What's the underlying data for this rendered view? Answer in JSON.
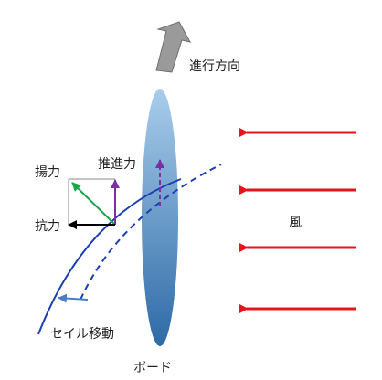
{
  "labels": {
    "direction": "進行方向",
    "thrust": "推進力",
    "lift": "揚力",
    "drag": "抗力",
    "wind": "風",
    "sail_movement": "セイル移動",
    "board": "ボード"
  },
  "colors": {
    "wind_arrow": "#e8131b",
    "sail_curve": "#1a3fb4",
    "board_light": "#a9cdeb",
    "board_dark": "#2e6aa6",
    "lift_arrow": "#1aa54a",
    "thrust_arrow": "#7b2fa0",
    "drag_arrow": "#000000",
    "direction_arrow": "#9a9a9a",
    "sail_move_arrow": "#4a7cc8",
    "force_box": "#888888"
  },
  "wind_arrow_count": 4
}
